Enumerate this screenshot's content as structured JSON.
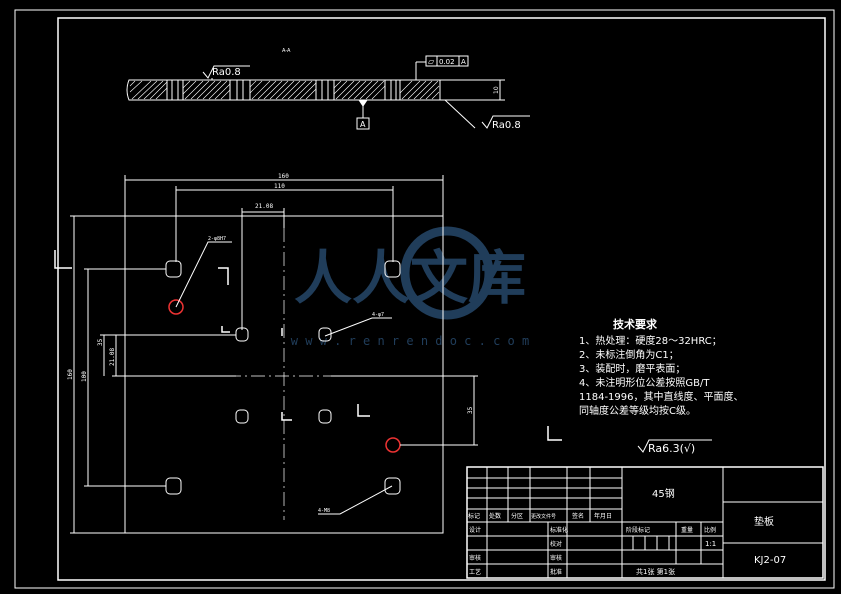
{
  "side_view": {
    "roughness_top": "Ra0.8",
    "roughness_right": "Ra0.8",
    "flatness_symbol": "⏥",
    "flatness_value": "0.02",
    "datum_ref": "A",
    "datum_label": "A",
    "thickness_dim": "10",
    "small_label": "A-A"
  },
  "plan_view": {
    "dim_width": "160",
    "dim_hole_span": "110",
    "dim_offset": "21.08",
    "dim_height": "160",
    "dim_hole_vspan": "100",
    "dim_v1": "35",
    "dim_v2": "21.08",
    "dim_v3": "35",
    "note_holes_a": "2-φ8H7",
    "note_hole_b": "4-φ7",
    "note_holes_c": "4-M8"
  },
  "tech": {
    "title": "技术要求",
    "lines": [
      "1、热处理：硬度28～32HRC；",
      "2、未标注倒角为C1；",
      "3、装配时，磨平表面；",
      "4、未注明形位公差按照GB/T",
      "1184-1996，其中直线度、平面度、",
      "同轴度公差等级均按C级。"
    ],
    "roughness_default": "Ra6.3(√)"
  },
  "title_block": {
    "material": "45钢",
    "part_name": "垫板",
    "drawing_no": "KJ2-07",
    "scale": "1:1",
    "sheets": "共1张 第1张",
    "h_mark": "标记",
    "h_count": "处数",
    "h_zone": "分区",
    "h_docno": "更改文件号",
    "h_sign": "签名",
    "h_date": "年月日",
    "h_design": "设计",
    "h_standard": "标准化",
    "h_review": "审核",
    "h_craft": "工艺",
    "h_approve": "批准",
    "h_stage": "阶段标记",
    "h_weight": "重量",
    "h_scale": "比例",
    "h_process": "审核",
    "h_check": "校对"
  },
  "watermark": {
    "text": "人人文库",
    "url": "w w w . r e n r e n d o c . c o m"
  }
}
